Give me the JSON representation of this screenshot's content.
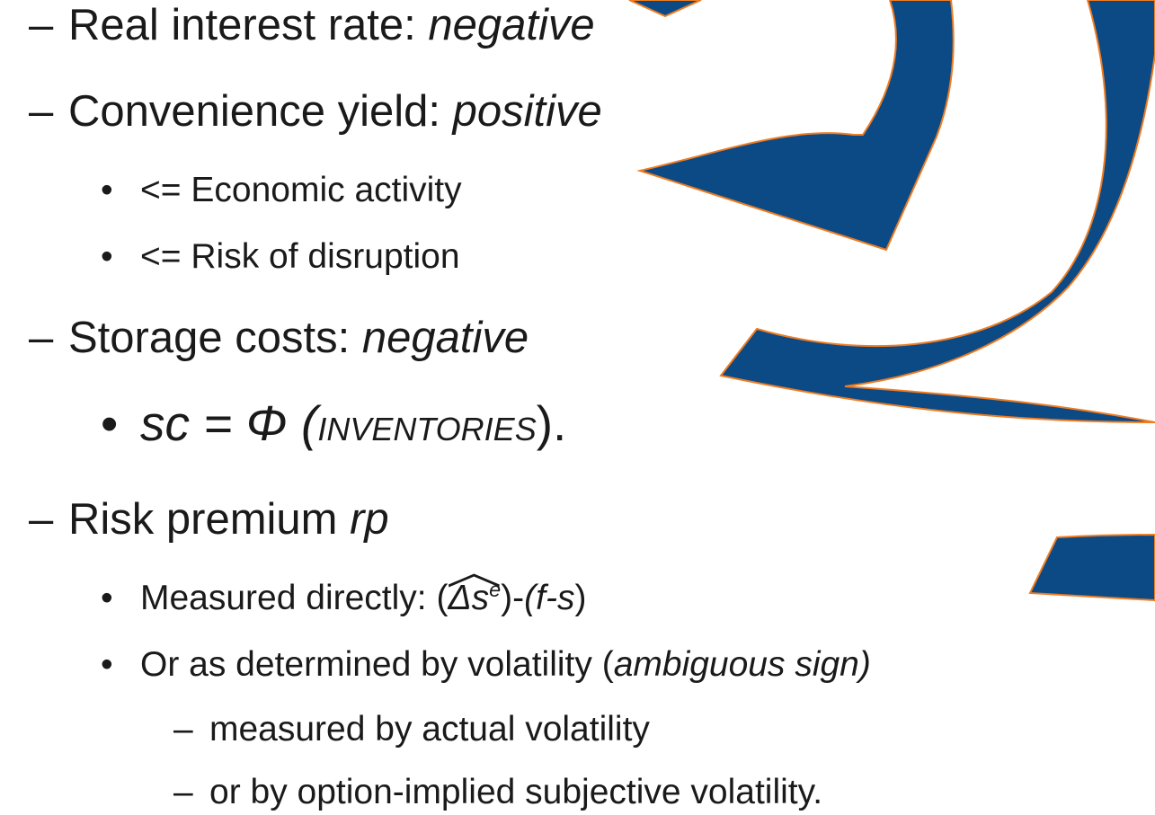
{
  "colors": {
    "ribbon_fill": "#0c4a86",
    "ribbon_edge": "#ee7c22",
    "text": "#1a1a1a"
  },
  "items": {
    "real_rate": {
      "label": "Real interest rate: ",
      "value": "negative"
    },
    "conv_yield": {
      "label": "Convenience yield: ",
      "value": "positive"
    },
    "econ": "<= Economic activity",
    "disruption": "<= Risk of disruption",
    "storage": {
      "label": "Storage costs: ",
      "value": "negative"
    },
    "sc_formula": {
      "lhs": "sc = Φ (",
      "arg": "INVENTORIES",
      "close": ")."
    },
    "risk_premium": {
      "label": "Risk premium ",
      "value": "rp"
    },
    "measured": {
      "prefix": "Measured directly: (",
      "hat": "Δs",
      "sup": "e",
      "mid": ")-",
      "f": "(f-",
      "s": "s",
      "end": ")"
    },
    "volatility": {
      "prefix": "Or as determined by volatility (",
      "value": "ambiguous sign)"
    },
    "actual_vol": "measured by actual volatility",
    "implied_vol": "or by option-implied subjective volatility."
  }
}
